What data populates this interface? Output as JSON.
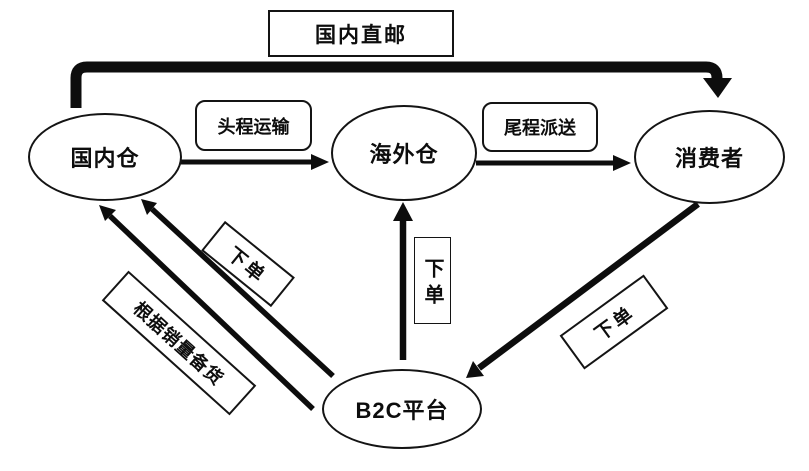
{
  "diagram": {
    "title_box": "国内直邮",
    "nodes": {
      "domestic_warehouse": "国内仓",
      "overseas_warehouse": "海外仓",
      "consumer": "消费者",
      "b2c_platform": "B2C平台"
    },
    "edge_labels": {
      "first_leg_transport": "头程运输",
      "last_mile_delivery": "尾程派送",
      "order_to_domestic": "下单",
      "order_to_overseas": "下单",
      "order_from_consumer": "下单",
      "stock_by_sales": "根据销量备货"
    },
    "colors": {
      "line": "#0d0d0d",
      "background": "#ffffff"
    }
  }
}
